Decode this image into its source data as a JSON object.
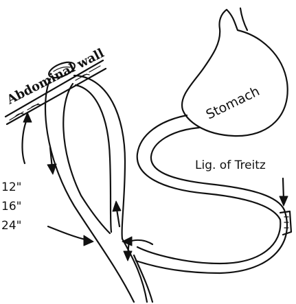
{
  "labels": {
    "abdominal_wall": "Abdominal wall",
    "stomach": "Stomach",
    "ligament": "Lig. of Treitz",
    "length_1": "12\"",
    "length_2": "16\"",
    "length_3": "24\""
  }
}
